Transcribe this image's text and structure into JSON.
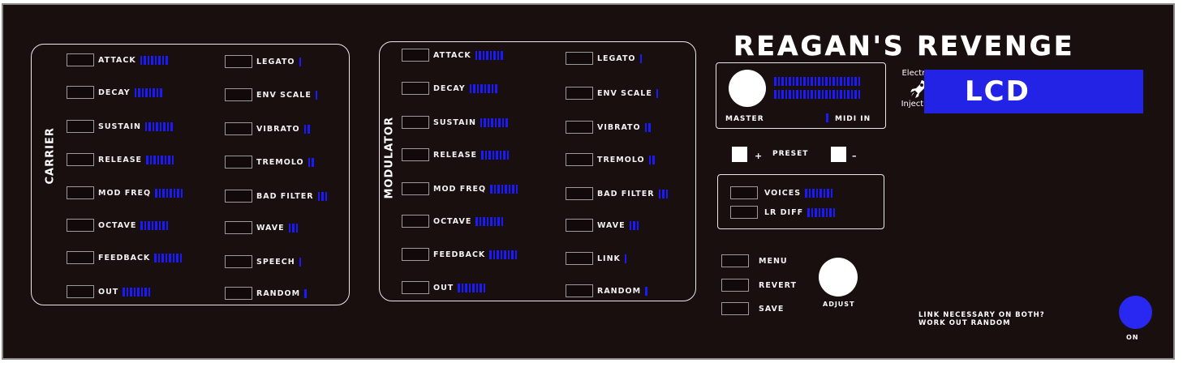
{
  "title": "REAGAN'S REVENGE",
  "logo": {
    "line1": "Electron",
    "line2": "Injection",
    "icon": "rocket-icon"
  },
  "lcd": {
    "text": "LCD"
  },
  "colors": {
    "panel": "#1a0f0f",
    "led": "#1a1aff",
    "lcd": "#2323e6",
    "on_button": "#2828f0"
  },
  "carrier": {
    "title": "CARRIER",
    "left": [
      {
        "label": "ATTACK",
        "leds": 8
      },
      {
        "label": "DECAY",
        "leds": 8
      },
      {
        "label": "SUSTAIN",
        "leds": 8
      },
      {
        "label": "RELEASE",
        "leds": 8
      },
      {
        "label": "MOD FREQ",
        "leds": 8
      },
      {
        "label": "OCTAVE",
        "leds": 8
      },
      {
        "label": "FEEDBACK",
        "leds": 8
      },
      {
        "label": "OUT",
        "leds": 8
      }
    ],
    "right": [
      {
        "label": "LEGATO",
        "leds": 1
      },
      {
        "label": "ENV SCALE",
        "leds": 1
      },
      {
        "label": "VIBRATO",
        "leds": 2
      },
      {
        "label": "TREMOLO",
        "leds": 2
      },
      {
        "label": "BAD FILTER",
        "leds": 3
      },
      {
        "label": "WAVE",
        "leds": 3
      },
      {
        "label": "SPEECH",
        "leds": 1
      },
      {
        "label": "RANDOM",
        "leds": 1
      }
    ]
  },
  "modulator": {
    "title": "MODULATOR",
    "left": [
      {
        "label": "ATTACK",
        "leds": 8
      },
      {
        "label": "DECAY",
        "leds": 8
      },
      {
        "label": "SUSTAIN",
        "leds": 8
      },
      {
        "label": "RELEASE",
        "leds": 8
      },
      {
        "label": "MOD FREQ",
        "leds": 8
      },
      {
        "label": "OCTAVE",
        "leds": 8
      },
      {
        "label": "FEEDBACK",
        "leds": 8
      },
      {
        "label": "OUT",
        "leds": 8
      }
    ],
    "right": [
      {
        "label": "LEGATO",
        "leds": 1
      },
      {
        "label": "ENV SCALE",
        "leds": 1
      },
      {
        "label": "VIBRATO",
        "leds": 2
      },
      {
        "label": "TREMOLO",
        "leds": 2
      },
      {
        "label": "BAD FILTER",
        "leds": 3
      },
      {
        "label": "WAVE",
        "leds": 3
      },
      {
        "label": "LINK",
        "leds": 1
      },
      {
        "label": "RANDOM",
        "leds": 1
      }
    ]
  },
  "master": {
    "label": "MASTER",
    "midi_label": "MIDI IN",
    "meter_rows": 2,
    "meter_leds": 24
  },
  "preset": {
    "label": "PRESET",
    "plus": "+",
    "minus": "–"
  },
  "voices_box": [
    {
      "label": "VOICES",
      "leds": 8
    },
    {
      "label": "LR DIFF",
      "leds": 8
    }
  ],
  "menu_buttons": [
    {
      "label": "MENU"
    },
    {
      "label": "REVERT"
    },
    {
      "label": "SAVE"
    }
  ],
  "adjust": {
    "label": "ADJUST"
  },
  "notes": {
    "line1": "LINK NECESSARY ON BOTH?",
    "line2": "WORK OUT RANDOM"
  },
  "on": {
    "label": "ON"
  }
}
